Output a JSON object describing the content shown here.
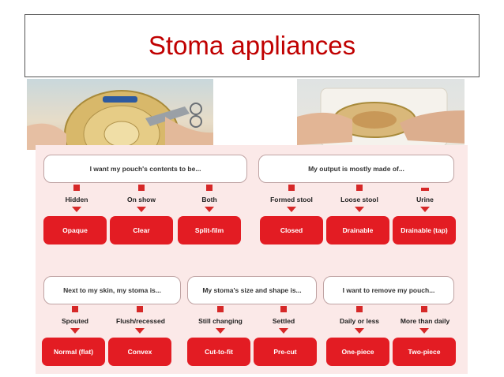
{
  "title": "Stoma appliances",
  "chart": {
    "questions": [
      "I want my pouch's contents to be...",
      "My output is mostly made of...",
      "Next to my skin, my stoma is...",
      "My stoma's size and shape is...",
      "I want to remove my pouch..."
    ],
    "choices": [
      "Hidden",
      "On show",
      "Both",
      "Formed stool",
      "Loose stool",
      "Urine",
      "Spouted",
      "Flush/recessed",
      "Still changing",
      "Settled",
      "Daily or less",
      "More than daily"
    ],
    "outcomes": [
      "Opaque",
      "Clear",
      "Split-film",
      "Closed",
      "Drainable",
      "Drainable (tap)",
      "Normal (flat)",
      "Convex",
      "Cut-to-fit",
      "Pre-cut",
      "One-piece",
      "Two-piece"
    ]
  },
  "colors": {
    "title": "#c00000",
    "accent": "#e31c23",
    "panel": "#fbe9e8"
  }
}
